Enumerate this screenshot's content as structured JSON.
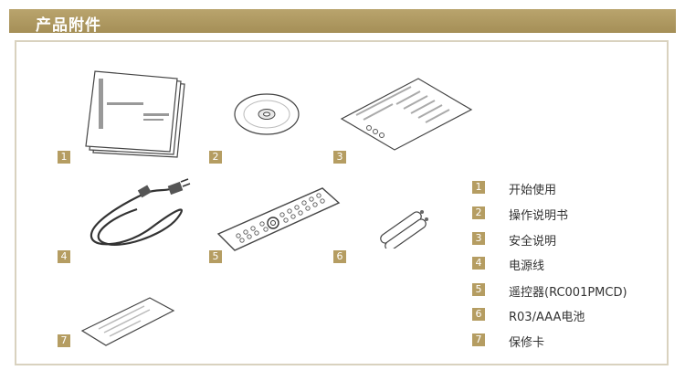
{
  "header": {
    "title": "产品附件"
  },
  "items": [
    {
      "num": "1",
      "label": "开始使用"
    },
    {
      "num": "2",
      "label": "操作说明书"
    },
    {
      "num": "3",
      "label": "安全说明"
    },
    {
      "num": "4",
      "label": "电源线"
    },
    {
      "num": "5",
      "label": "遥控器(RC001PMCD)"
    },
    {
      "num": "6",
      "label": "R03/AAA电池"
    },
    {
      "num": "7",
      "label": "保修卡"
    }
  ],
  "colors": {
    "accent": "#b59d62",
    "frame": "#d9d2bf",
    "line": "#444444"
  }
}
